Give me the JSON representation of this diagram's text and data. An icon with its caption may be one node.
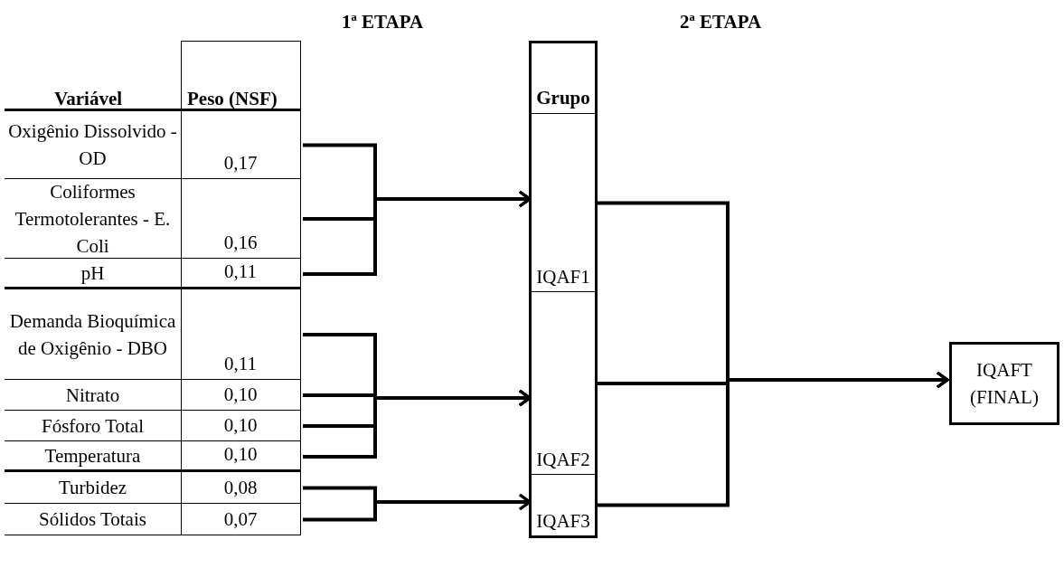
{
  "diagram": {
    "nodes": [
      {
        "text": [
          "Oxigênio Dissolvido - OD",
          "0,17"
        ]
      },
      {
        "text": [
          "Coliformes Termotolerantes - E. Coli",
          "0,16"
        ]
      },
      {
        "text": [
          "pH",
          "0,11"
        ]
      },
      {
        "text": [
          "Demanda Bioquímica de Oxigênio - DBO",
          "0,11"
        ]
      },
      {
        "text": [
          "Nitrato",
          "0,10"
        ]
      },
      {
        "text": [
          "Fósforo Total",
          "0,10"
        ]
      },
      {
        "text": [
          "Temperatura",
          "0,10"
        ]
      },
      {
        "text": [
          "Turbidez",
          "0,08"
        ]
      },
      {
        "text": [
          "Sólidos Totais",
          "0,07"
        ]
      },
      {
        "text": [
          "Grupo"
        ]
      },
      {
        "text": [
          "IQAF1"
        ],
        "in": 9
      },
      {
        "text": [
          "IQAF2"
        ],
        "in": 9
      },
      {
        "text": [
          "IQAF3"
        ],
        "in": 9
      },
      {
        "text": [
          "IQAFT (FINAL)"
        ]
      }
    ],
    "edges": [
      {
        "from": 0,
        "to": 10,
        "arrow": "to"
      },
      {
        "from": 1,
        "to": 10,
        "arrow": "to"
      },
      {
        "from": 2,
        "to": 10,
        "arrow": "to"
      },
      {
        "from": 3,
        "to": 11,
        "arrow": "to"
      },
      {
        "from": 4,
        "to": 11,
        "arrow": "to"
      },
      {
        "from": 5,
        "to": 11,
        "arrow": "to"
      },
      {
        "from": 6,
        "to": 11,
        "arrow": "to"
      },
      {
        "from": 7,
        "to": 12,
        "arrow": "to"
      },
      {
        "from": 8,
        "to": 12,
        "arrow": "to"
      },
      {
        "from": 10,
        "to": 13,
        "arrow": "to"
      },
      {
        "from": 11,
        "to": 13,
        "arrow": "to"
      },
      {
        "from": 12,
        "to": 13,
        "arrow": "to"
      }
    ],
    "labels": [
      "1ª ETAPA",
      "2ª ETAPA",
      "Variável",
      "Peso (NSF)"
    ]
  }
}
